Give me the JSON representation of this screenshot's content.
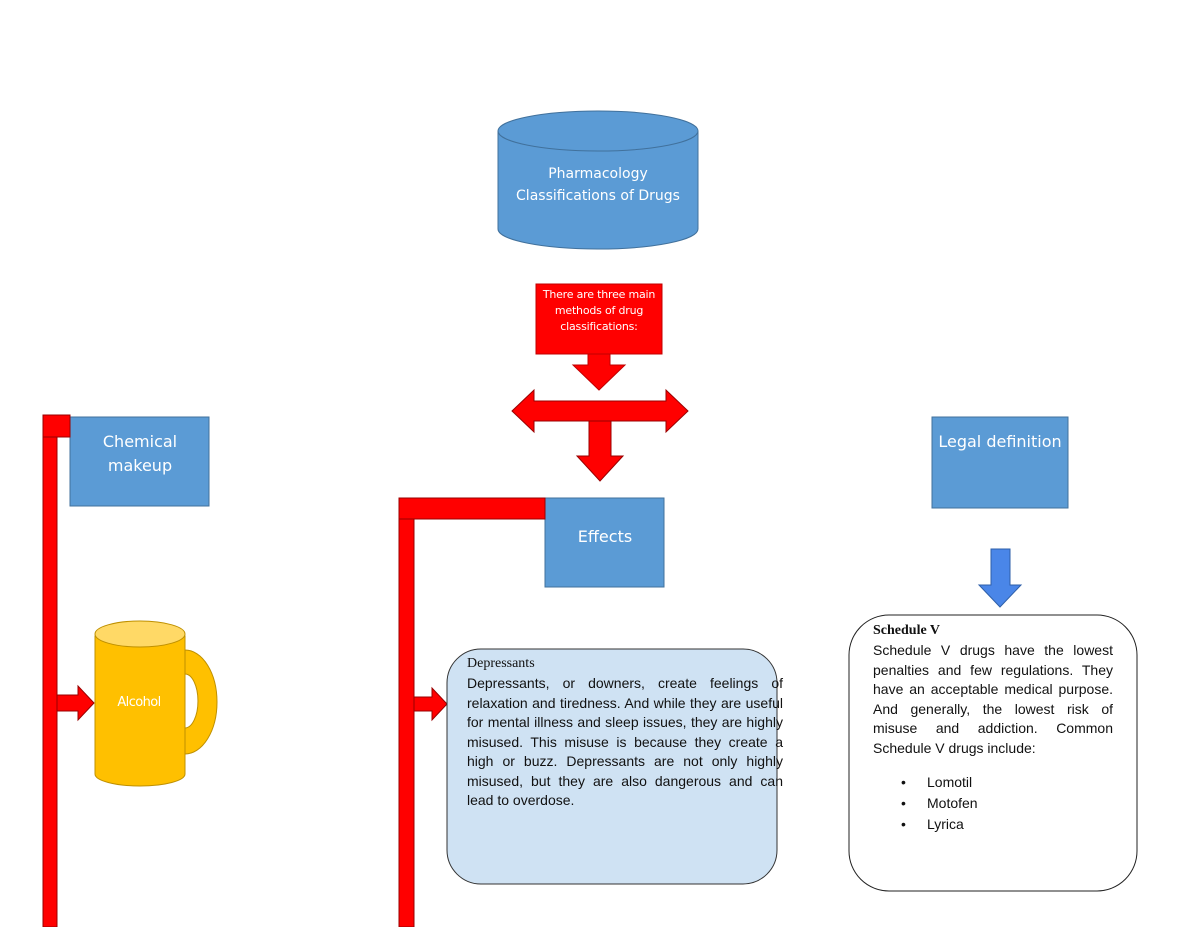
{
  "diagram": {
    "root": {
      "label": "Pharmacology Classifications of Drugs",
      "shape": "cylinder",
      "color": "#5B9BD5"
    },
    "intro_box": {
      "label": "There are three main methods of drug classifications:",
      "color": "#FF0000"
    },
    "categories": [
      {
        "label": "Chemical makeup",
        "example": {
          "label": "Alcohol",
          "icon": "beer-mug-icon",
          "color": "#FFC000"
        }
      },
      {
        "label": "Effects",
        "detail": {
          "title": "Depressants",
          "text": "Depressants, or downers, create feelings of relaxation and tiredness. And while they are useful for mental illness and sleep issues, they are highly misused. This misuse is because they create a high or buzz. Depressants are not only highly misused, but they are also dangerous and can lead to overdose."
        }
      },
      {
        "label": "Legal definition",
        "detail": {
          "title": "Schedule V",
          "text": "Schedule V drugs have the lowest penalties and few regulations. They have an acceptable medical purpose. And generally, the lowest risk of misuse and addiction. Common Schedule V drugs include:",
          "bullet": "•",
          "items": [
            "Lomotil",
            "Motofen",
            "Lyrica"
          ]
        }
      }
    ],
    "colors": {
      "box_blue": "#5B9BD5",
      "box_blue_border": "#41719C",
      "arrow_red": "#FF0000",
      "arrow_blue": "#4A86E8",
      "depressants_fill": "#CFE2F3"
    }
  }
}
